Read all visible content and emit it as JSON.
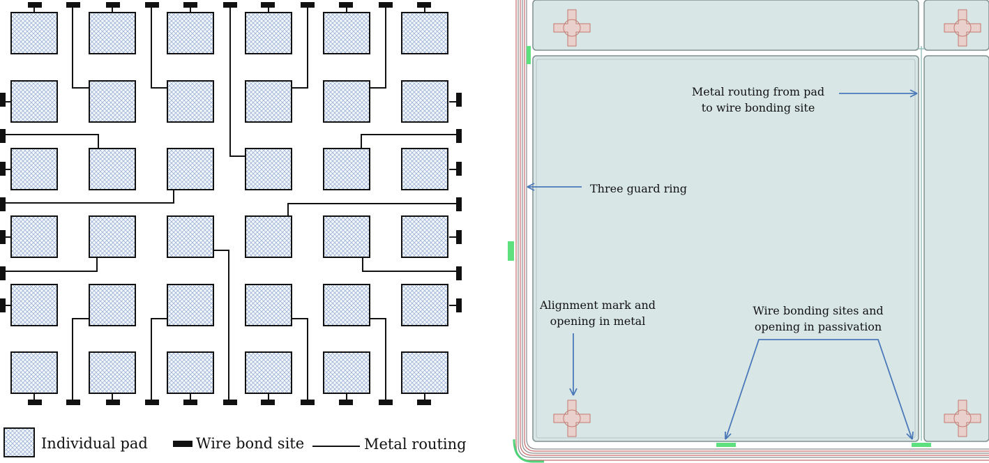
{
  "legend": {
    "pad_label": "Individual pad",
    "bond_label": "Wire bond site",
    "route_label": "Metal routing"
  },
  "annotations": {
    "routing_line1": "Metal routing from pad",
    "routing_line2": "to wire bonding site",
    "guard_ring": "Three guard ring",
    "alignment_line1": "Alignment mark and",
    "alignment_line2": "opening in metal",
    "bonding_line1": "Wire bonding sites and",
    "bonding_line2": "opening in passivation"
  },
  "colors": {
    "arrow": "#4a78b8",
    "pad_hatch": "#9db3d6",
    "die_fill": "#d9e6e6",
    "green_site": "#5fe07e"
  }
}
